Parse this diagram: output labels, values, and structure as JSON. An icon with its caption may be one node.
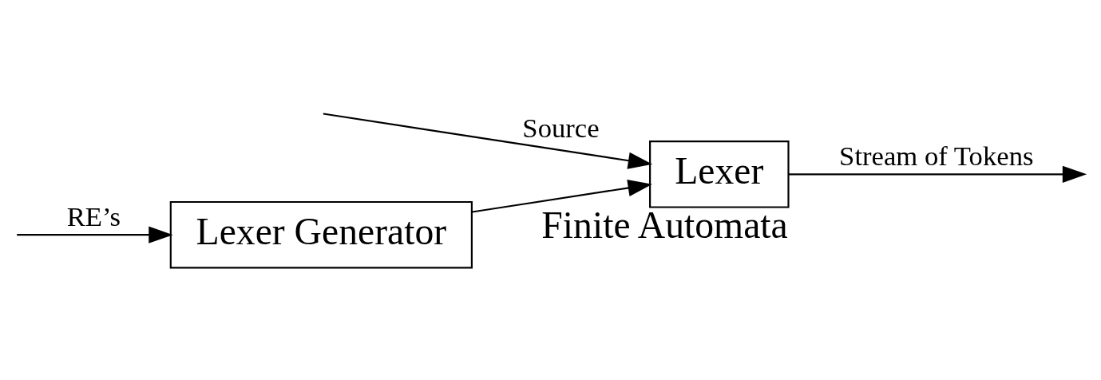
{
  "diagram": {
    "nodes": [
      {
        "text": [
          "Lexer Generator"
        ]
      },
      {
        "text": [
          "Lexer"
        ],
        "beside": [
          "Finite Automata"
        ]
      }
    ],
    "edges": [
      {
        "from": null,
        "to": 0,
        "arrow": "to",
        "label": "RE’s"
      },
      {
        "from": 0,
        "to": 1,
        "arrow": "to"
      },
      {
        "from": null,
        "to": 1,
        "arrow": "to",
        "label": "Source"
      },
      {
        "from": 1,
        "to": null,
        "arrow": "to",
        "label": "Stream of Tokens"
      }
    ]
  }
}
